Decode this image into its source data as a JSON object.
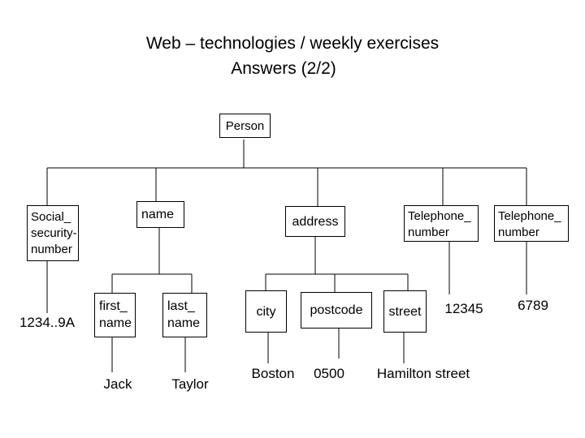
{
  "colors": {
    "background": "#ffffff",
    "text": "#000000",
    "line": "#000000"
  },
  "title": {
    "line1": "Web – technologies / weekly exercises",
    "line2": "Answers (2/2)"
  },
  "tree": {
    "root": {
      "label": "Person"
    },
    "level1": [
      {
        "id": "social-security-number",
        "label": "Social_\nsecurity-\nnumber",
        "value": "1234..9A"
      },
      {
        "id": "name",
        "label": "name"
      },
      {
        "id": "address",
        "label": "address"
      },
      {
        "id": "telephone-number-1",
        "label": "Telephone_\nnumber",
        "value": "12345"
      },
      {
        "id": "telephone-number-2",
        "label": "Telephone_\nnumber",
        "value": "6789"
      }
    ],
    "name_children": [
      {
        "id": "first-name",
        "label": "first_\nname",
        "value": "Jack"
      },
      {
        "id": "last-name",
        "label": "last_\nname",
        "value": "Taylor"
      }
    ],
    "address_children": [
      {
        "id": "city",
        "label": "city",
        "value": "Boston"
      },
      {
        "id": "postcode",
        "label": "postcode",
        "value": "0500"
      },
      {
        "id": "street",
        "label": "street",
        "value": "Hamilton street"
      }
    ]
  }
}
